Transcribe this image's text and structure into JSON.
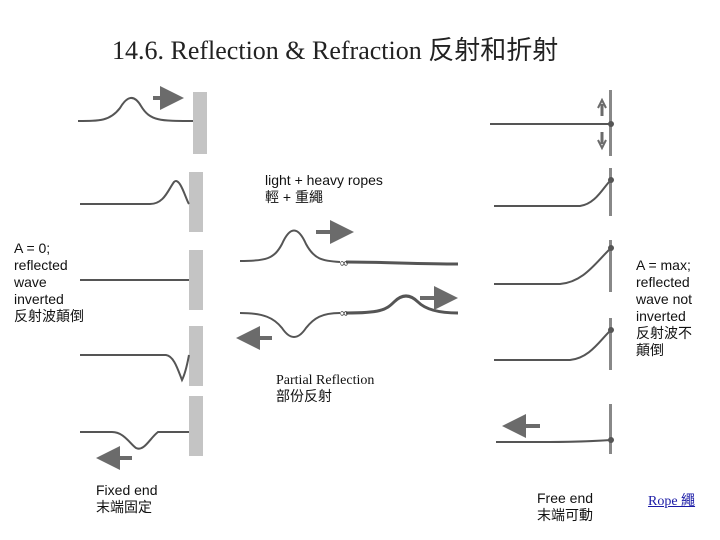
{
  "title": "14.6. Reflection & Refraction   反射和折射",
  "labels": {
    "light_heavy": "light + heavy ropes\n   輕 + 重繩",
    "left_note": "A = 0;\nreflected\nwave\ninverted\n反射波顛倒",
    "right_note": "A = max;\nreflected\nwave not\ninverted\n反射波不\n顛倒",
    "partial": "Partial Reflection\n部份反射",
    "fixed_end": "Fixed end\n末端固定",
    "free_end": "Free end\n末端可動",
    "rope_link": "Rope 繩"
  },
  "colors": {
    "rope": "#555555",
    "wall": "#a8a8a8",
    "arrow": "#6b6b6b",
    "link": "#1a1aa6"
  },
  "icons": [
    "arrow-right-icon",
    "arrow-left-icon",
    "knot-icon",
    "double-arrow-icon"
  ]
}
